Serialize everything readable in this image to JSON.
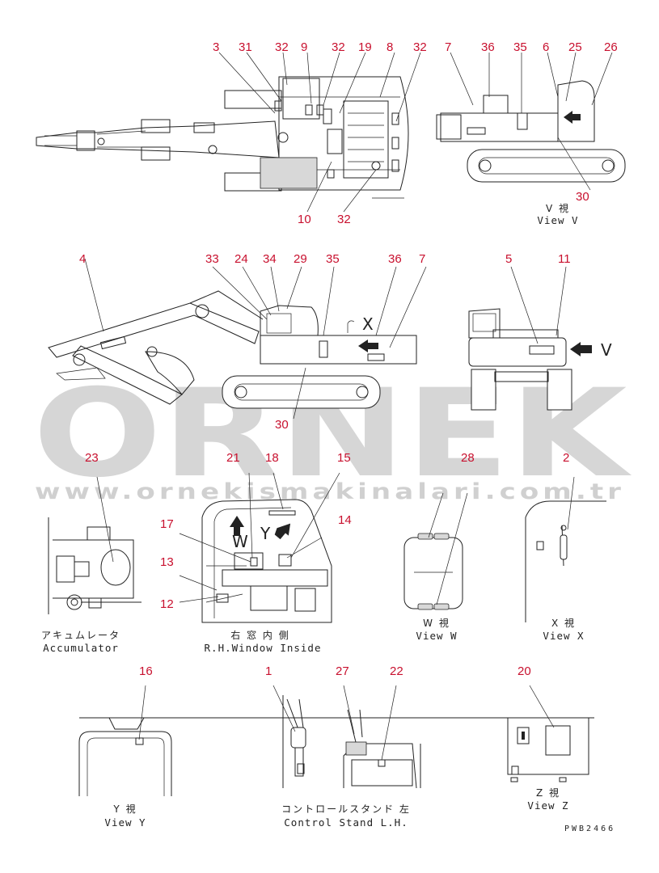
{
  "watermark": {
    "brand": "ORNEK",
    "url": "www.ornekismakinalari.com.tr"
  },
  "callouts": {
    "top_view": [
      "3",
      "31",
      "32",
      "9",
      "32",
      "19",
      "8",
      "32",
      "10",
      "32"
    ],
    "view_v": [
      "7",
      "36",
      "35",
      "6",
      "25",
      "26",
      "30"
    ],
    "side_view": [
      "4",
      "33",
      "24",
      "34",
      "29",
      "35",
      "36",
      "7",
      "30"
    ],
    "rear_view": [
      "5",
      "11"
    ],
    "accumulator": [
      "23"
    ],
    "rh_window": [
      "21",
      "18",
      "15",
      "17",
      "14",
      "13",
      "12"
    ],
    "view_w": [
      "28"
    ],
    "view_x": [
      "2"
    ],
    "view_y": [
      "16"
    ],
    "control_stand": [
      "1",
      "27",
      "22"
    ],
    "view_z": [
      "20"
    ]
  },
  "captions": {
    "view_v_jp": "V 視",
    "view_v_en": "View V",
    "rear_arrow_label": "V",
    "side_letter": "X",
    "window_letter_w": "W",
    "window_letter_y": "Y",
    "accumulator_jp": "アキュムレータ",
    "accumulator_en": "Accumulator",
    "rh_window_jp": "右 窓 内 側",
    "rh_window_en": "R.H.Window Inside",
    "view_w_jp": "W 視",
    "view_w_en": "View W",
    "view_x_jp": "X 視",
    "view_x_en": "View X",
    "view_y_jp": "Y 視",
    "view_y_en": "View Y",
    "control_stand_jp": "コントロールスタンド 左",
    "control_stand_en": "Control Stand L.H.",
    "view_z_jp": "Z 視",
    "view_z_en": "View Z",
    "drawing_code": "PWB2466"
  }
}
